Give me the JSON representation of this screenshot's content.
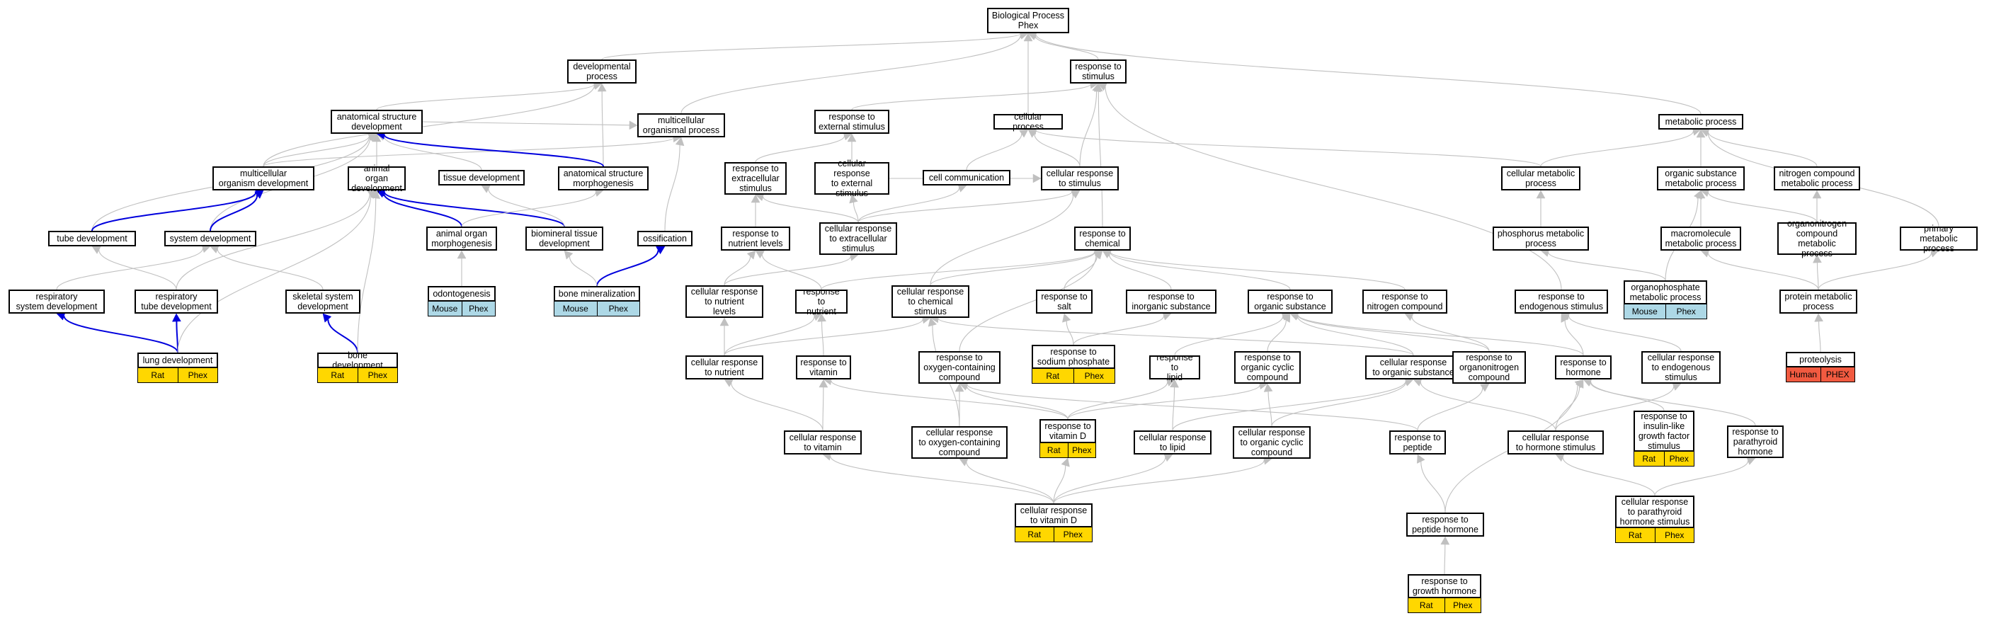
{
  "colors": {
    "edge_is_a": "#c0c0c0",
    "edge_part_of": "#0000dd",
    "species_mouse": "#add8e6",
    "species_rat": "#ffd700",
    "species_human": "#f15a40"
  },
  "nodes": [
    {
      "id": "bp",
      "label": "Biological Process\nPhex"
    },
    {
      "id": "dev",
      "label": "developmental\nprocess"
    },
    {
      "id": "rts",
      "label": "response to\nstimulus"
    },
    {
      "id": "asd",
      "label": "anatomical structure\ndevelopment"
    },
    {
      "id": "mop",
      "label": "multicellular\norganismal process"
    },
    {
      "id": "rtes",
      "label": "response to\nexternal stimulus"
    },
    {
      "id": "cp",
      "label": "cellular process"
    },
    {
      "id": "mp",
      "label": "metabolic process"
    },
    {
      "id": "mod",
      "label": "multicellular\norganism development"
    },
    {
      "id": "aod",
      "label": "animal organ\ndevelopment"
    },
    {
      "id": "td",
      "label": "tissue development"
    },
    {
      "id": "asm",
      "label": "anatomical structure\nmorphogenesis"
    },
    {
      "id": "rtex",
      "label": "response to\nextracellular\nstimulus"
    },
    {
      "id": "crtes",
      "label": "cellular response\nto external\nstimulus"
    },
    {
      "id": "cc",
      "label": "cell communication"
    },
    {
      "id": "crts",
      "label": "cellular response\nto stimulus"
    },
    {
      "id": "cmp",
      "label": "cellular metabolic\nprocess"
    },
    {
      "id": "osmp",
      "label": "organic substance\nmetabolic process"
    },
    {
      "id": "ncmp",
      "label": "nitrogen compound\nmetabolic process"
    },
    {
      "id": "tubd",
      "label": "tube development"
    },
    {
      "id": "sysd",
      "label": "system development"
    },
    {
      "id": "aom",
      "label": "animal organ\nmorphogenesis"
    },
    {
      "id": "btd",
      "label": "biomineral tissue\ndevelopment"
    },
    {
      "id": "oss",
      "label": "ossification"
    },
    {
      "id": "rtnl",
      "label": "response to\nnutrient levels"
    },
    {
      "id": "crtex",
      "label": "cellular response\nto extracellular\nstimulus"
    },
    {
      "id": "rtc",
      "label": "response to\nchemical"
    },
    {
      "id": "pmp",
      "label": "phosphorus metabolic\nprocess"
    },
    {
      "id": "mmp",
      "label": "macromolecule\nmetabolic process"
    },
    {
      "id": "oncmp",
      "label": "organonitrogen\ncompound metabolic\nprocess"
    },
    {
      "id": "primp",
      "label": "primary metabolic\nprocess"
    },
    {
      "id": "rsd",
      "label": "respiratory\nsystem development"
    },
    {
      "id": "rtd",
      "label": "respiratory\ntube development"
    },
    {
      "id": "ssd",
      "label": "skeletal system\ndevelopment"
    },
    {
      "id": "odo",
      "label": "odontogenesis",
      "anno": [
        "Mouse",
        "Phex"
      ],
      "annoColors": [
        "#add8e6",
        "#add8e6"
      ]
    },
    {
      "id": "bmin",
      "label": "bone mineralization",
      "anno": [
        "Mouse",
        "Phex"
      ],
      "annoColors": [
        "#add8e6",
        "#add8e6"
      ]
    },
    {
      "id": "crtnl",
      "label": "cellular response\nto nutrient\nlevels"
    },
    {
      "id": "rtn",
      "label": "response to\nnutrient"
    },
    {
      "id": "crtcs",
      "label": "cellular response\nto chemical\nstimulus"
    },
    {
      "id": "rtsalt",
      "label": "response to\nsalt"
    },
    {
      "id": "rtis",
      "label": "response to\ninorganic substance"
    },
    {
      "id": "rtos",
      "label": "response to\norganic substance"
    },
    {
      "id": "rtnc",
      "label": "response to\nnitrogen compound"
    },
    {
      "id": "rtend",
      "label": "response to\nendogenous stimulus"
    },
    {
      "id": "opmp",
      "label": "organophosphate\nmetabolic process",
      "anno": [
        "Mouse",
        "Phex"
      ],
      "annoColors": [
        "#add8e6",
        "#add8e6"
      ]
    },
    {
      "id": "ppmp",
      "label": "protein metabolic\nprocess"
    },
    {
      "id": "lungd",
      "label": "lung development",
      "anno": [
        "Rat",
        "Phex"
      ],
      "annoColors": [
        "#ffd700",
        "#ffd700"
      ]
    },
    {
      "id": "boned",
      "label": "bone development",
      "anno": [
        "Rat",
        "Phex"
      ],
      "annoColors": [
        "#ffd700",
        "#ffd700"
      ]
    },
    {
      "id": "crtn",
      "label": "cellular response\nto nutrient"
    },
    {
      "id": "rtvit",
      "label": "response to\nvitamin"
    },
    {
      "id": "rtocc",
      "label": "response to\noxygen-containing\ncompound"
    },
    {
      "id": "rtsp",
      "label": "response to\nsodium phosphate",
      "anno": [
        "Rat",
        "Phex"
      ],
      "annoColors": [
        "#ffd700",
        "#ffd700"
      ]
    },
    {
      "id": "rtlip",
      "label": "response to\nlipid"
    },
    {
      "id": "rtocyc",
      "label": "response to\norganic cyclic\ncompound"
    },
    {
      "id": "crtos",
      "label": "cellular response\nto organic substance"
    },
    {
      "id": "rtonc",
      "label": "response to\norganonitrogen\ncompound"
    },
    {
      "id": "rthorm",
      "label": "response to\nhormone"
    },
    {
      "id": "crtend",
      "label": "cellular response\nto endogenous\nstimulus"
    },
    {
      "id": "prot",
      "label": "proteolysis",
      "anno": [
        "Human",
        "PHEX"
      ],
      "annoColors": [
        "#f15a40",
        "#f15a40"
      ]
    },
    {
      "id": "rtvd",
      "label": "response to\nvitamin D",
      "anno": [
        "Rat",
        "Phex"
      ],
      "annoColors": [
        "#ffd700",
        "#ffd700"
      ]
    },
    {
      "id": "rtigf",
      "label": "response to\ninsulin-like\ngrowth factor\nstimulus",
      "anno": [
        "Rat",
        "Phex"
      ],
      "annoColors": [
        "#ffd700",
        "#ffd700"
      ]
    },
    {
      "id": "rtpth",
      "label": "response to\nparathyroid\nhormone"
    },
    {
      "id": "crtvit",
      "label": "cellular response\nto vitamin"
    },
    {
      "id": "crtocc",
      "label": "cellular response\nto oxygen-containing\ncompound"
    },
    {
      "id": "crtlip",
      "label": "cellular response\nto lipid"
    },
    {
      "id": "crtocyc",
      "label": "cellular response\nto organic cyclic\ncompound"
    },
    {
      "id": "rtpep",
      "label": "response to\npeptide"
    },
    {
      "id": "crths",
      "label": "cellular response\nto hormone stimulus"
    },
    {
      "id": "crtvd",
      "label": "cellular response\nto vitamin D",
      "anno": [
        "Rat",
        "Phex"
      ],
      "annoColors": [
        "#ffd700",
        "#ffd700"
      ]
    },
    {
      "id": "crtpth",
      "label": "cellular response\nto parathyroid\nhormone stimulus",
      "anno": [
        "Rat",
        "Phex"
      ],
      "annoColors": [
        "#ffd700",
        "#ffd700"
      ]
    },
    {
      "id": "rtph",
      "label": "response to\npeptide hormone"
    },
    {
      "id": "rtgh",
      "label": "response to\ngrowth hormone",
      "anno": [
        "Rat",
        "Phex"
      ],
      "annoColors": [
        "#ffd700",
        "#ffd700"
      ]
    }
  ],
  "edges": [
    [
      "dev",
      "bp",
      "is_a"
    ],
    [
      "rts",
      "bp",
      "is_a"
    ],
    [
      "mop",
      "bp",
      "is_a"
    ],
    [
      "cp",
      "bp",
      "is_a"
    ],
    [
      "mp",
      "bp",
      "is_a"
    ],
    [
      "asd",
      "dev",
      "is_a"
    ],
    [
      "mod",
      "dev",
      "is_a"
    ],
    [
      "asd",
      "mop",
      "is_a"
    ],
    [
      "mod",
      "mop",
      "is_a"
    ],
    [
      "asm",
      "dev",
      "is_a"
    ],
    [
      "rtes",
      "rts",
      "is_a"
    ],
    [
      "crts",
      "rts",
      "is_a"
    ],
    [
      "rtc",
      "rts",
      "is_a"
    ],
    [
      "rtend",
      "rts",
      "is_a"
    ],
    [
      "mod",
      "asd",
      "is_a"
    ],
    [
      "aod",
      "asd",
      "is_a"
    ],
    [
      "td",
      "asd",
      "is_a"
    ],
    [
      "asm",
      "asd",
      "part_of"
    ],
    [
      "tubd",
      "asd",
      "is_a"
    ],
    [
      "sysd",
      "asd",
      "is_a"
    ],
    [
      "tubd",
      "mod",
      "part_of"
    ],
    [
      "sysd",
      "mod",
      "part_of"
    ],
    [
      "aom",
      "aod",
      "part_of"
    ],
    [
      "btd",
      "aod",
      "part_of"
    ],
    [
      "aom",
      "asm",
      "is_a"
    ],
    [
      "btd",
      "td",
      "is_a"
    ],
    [
      "oss",
      "mop",
      "is_a"
    ],
    [
      "bmin",
      "oss",
      "part_of"
    ],
    [
      "bmin",
      "btd",
      "is_a"
    ],
    [
      "odo",
      "aom",
      "is_a"
    ],
    [
      "rtex",
      "rtes",
      "is_a"
    ],
    [
      "crtes",
      "rtes",
      "is_a"
    ],
    [
      "crtes",
      "crts",
      "is_a"
    ],
    [
      "cc",
      "cp",
      "is_a"
    ],
    [
      "crts",
      "cp",
      "is_a"
    ],
    [
      "cmp",
      "cp",
      "is_a"
    ],
    [
      "crtex",
      "rtex",
      "is_a"
    ],
    [
      "crtex",
      "crtes",
      "is_a"
    ],
    [
      "crtex",
      "cc",
      "is_a"
    ],
    [
      "crtex",
      "crts",
      "is_a"
    ],
    [
      "rtnl",
      "rtex",
      "is_a"
    ],
    [
      "crtnl",
      "rtnl",
      "is_a"
    ],
    [
      "crtnl",
      "crtex",
      "is_a"
    ],
    [
      "rtn",
      "rtnl",
      "is_a"
    ],
    [
      "cmp",
      "mp",
      "is_a"
    ],
    [
      "osmp",
      "mp",
      "is_a"
    ],
    [
      "ncmp",
      "mp",
      "is_a"
    ],
    [
      "primp",
      "mp",
      "is_a"
    ],
    [
      "pmp",
      "cmp",
      "is_a"
    ],
    [
      "opmp",
      "pmp",
      "is_a"
    ],
    [
      "opmp",
      "osmp",
      "is_a"
    ],
    [
      "mmp",
      "osmp",
      "is_a"
    ],
    [
      "oncmp",
      "osmp",
      "is_a"
    ],
    [
      "oncmp",
      "ncmp",
      "is_a"
    ],
    [
      "ppmp",
      "mmp",
      "is_a"
    ],
    [
      "ppmp",
      "oncmp",
      "is_a"
    ],
    [
      "ppmp",
      "primp",
      "is_a"
    ],
    [
      "prot",
      "ppmp",
      "is_a"
    ],
    [
      "rsd",
      "sysd",
      "is_a"
    ],
    [
      "rtd",
      "tubd",
      "is_a"
    ],
    [
      "rtd",
      "aod",
      "is_a"
    ],
    [
      "ssd",
      "sysd",
      "is_a"
    ],
    [
      "lungd",
      "rsd",
      "part_of"
    ],
    [
      "lungd",
      "rtd",
      "part_of"
    ],
    [
      "lungd",
      "aod",
      "is_a"
    ],
    [
      "boned",
      "ssd",
      "part_of"
    ],
    [
      "boned",
      "aod",
      "is_a"
    ],
    [
      "crtcs",
      "rtc",
      "is_a"
    ],
    [
      "crtcs",
      "crts",
      "is_a"
    ],
    [
      "rtn",
      "rtc",
      "is_a"
    ],
    [
      "rtsalt",
      "rtc",
      "is_a"
    ],
    [
      "rtis",
      "rtc",
      "is_a"
    ],
    [
      "rtos",
      "rtc",
      "is_a"
    ],
    [
      "rtnc",
      "rtc",
      "is_a"
    ],
    [
      "rtocc",
      "rtc",
      "is_a"
    ],
    [
      "crtn",
      "rtn",
      "is_a"
    ],
    [
      "crtn",
      "crtnl",
      "is_a"
    ],
    [
      "crtn",
      "crtcs",
      "is_a"
    ],
    [
      "rtvit",
      "rtn",
      "is_a"
    ],
    [
      "crtvit",
      "rtvit",
      "is_a"
    ],
    [
      "crtvit",
      "crtn",
      "is_a"
    ],
    [
      "rtsp",
      "rtsalt",
      "is_a"
    ],
    [
      "rtsp",
      "rtis",
      "is_a"
    ],
    [
      "rtlip",
      "rtos",
      "is_a"
    ],
    [
      "rtocyc",
      "rtos",
      "is_a"
    ],
    [
      "rtonc",
      "rtos",
      "is_a"
    ],
    [
      "rtonc",
      "rtnc",
      "is_a"
    ],
    [
      "rthorm",
      "rtos",
      "is_a"
    ],
    [
      "rthorm",
      "rtend",
      "is_a"
    ],
    [
      "crtos",
      "rtos",
      "is_a"
    ],
    [
      "crtos",
      "crtcs",
      "is_a"
    ],
    [
      "crtend",
      "rtend",
      "is_a"
    ],
    [
      "rtvd",
      "rtvit",
      "is_a"
    ],
    [
      "rtvd",
      "rtlip",
      "is_a"
    ],
    [
      "rtvd",
      "rtocc",
      "is_a"
    ],
    [
      "rtvd",
      "rtocyc",
      "is_a"
    ],
    [
      "crtocc",
      "rtocc",
      "is_a"
    ],
    [
      "crtocc",
      "crtcs",
      "is_a"
    ],
    [
      "crtlip",
      "rtlip",
      "is_a"
    ],
    [
      "crtlip",
      "crtos",
      "is_a"
    ],
    [
      "crtocyc",
      "rtocyc",
      "is_a"
    ],
    [
      "crtocyc",
      "crtos",
      "is_a"
    ],
    [
      "rtpep",
      "rtonc",
      "is_a"
    ],
    [
      "rtpep",
      "rtocc",
      "is_a"
    ],
    [
      "crths",
      "rthorm",
      "is_a"
    ],
    [
      "crths",
      "crtend",
      "is_a"
    ],
    [
      "crths",
      "crtos",
      "is_a"
    ],
    [
      "rtigf",
      "rthorm",
      "is_a"
    ],
    [
      "rtpth",
      "rthorm",
      "is_a"
    ],
    [
      "crtvd",
      "rtvd",
      "is_a"
    ],
    [
      "crtvd",
      "crtvit",
      "is_a"
    ],
    [
      "crtvd",
      "crtocc",
      "is_a"
    ],
    [
      "crtvd",
      "crtlip",
      "is_a"
    ],
    [
      "crtvd",
      "crtocyc",
      "is_a"
    ],
    [
      "crtpth",
      "rtpth",
      "is_a"
    ],
    [
      "crtpth",
      "crths",
      "is_a"
    ],
    [
      "rtph",
      "rtpep",
      "is_a"
    ],
    [
      "rtph",
      "rthorm",
      "is_a"
    ],
    [
      "rtgh",
      "rtph",
      "is_a"
    ]
  ]
}
